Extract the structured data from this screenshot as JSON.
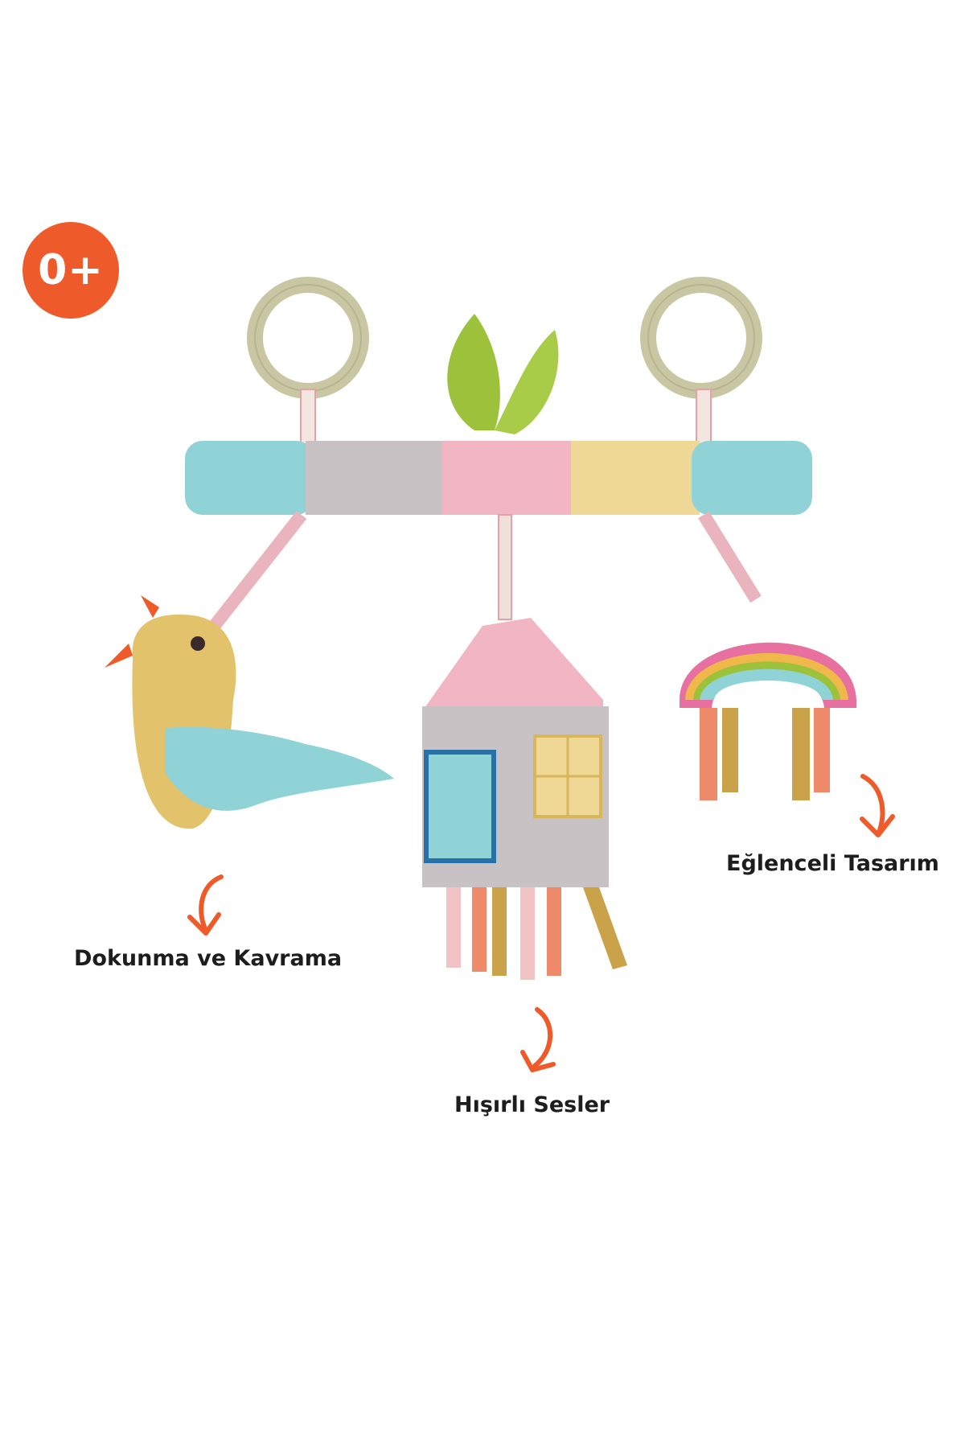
{
  "badge": {
    "text": "0+"
  },
  "labels": {
    "touch": "Dokunma ve Kavrama",
    "sound": "Hışırlı Sesler",
    "design": "Eğlenceli Tasarım"
  },
  "colors": {
    "accent": "#ee5a2a",
    "bar_segments": [
      "#8fd3d6",
      "#c9c2c4",
      "#f2b5c4",
      "#efd796",
      "#8fd3d6"
    ]
  }
}
